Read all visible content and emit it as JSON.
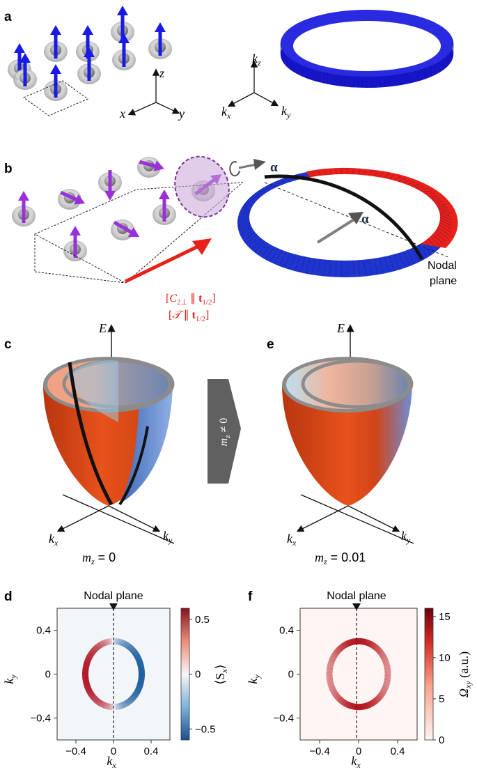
{
  "panels": {
    "a": "a",
    "b": "b",
    "c": "c",
    "d": "d",
    "e": "e",
    "f": "f"
  },
  "panel_a": {
    "real_axes": {
      "x": "x",
      "y": "y",
      "z": "z"
    },
    "k_axes": {
      "kx": "k",
      "kx_sub": "x",
      "ky": "k",
      "ky_sub": "y",
      "kz": "k",
      "kz_sub": "z"
    },
    "colors": {
      "arrow": "#1a1ae6",
      "ring": "#1a1ad8"
    }
  },
  "panel_b": {
    "alpha": "α",
    "nodal_plane_line1": "Nodal",
    "nodal_plane_line2": "plane",
    "symmetry_line1": {
      "open": "[",
      "op": "C",
      "op_sub": "2⊥",
      "sep": " ∥ ",
      "vec": "t",
      "vec_sub": "1/2",
      "close": "]"
    },
    "symmetry_line2": {
      "open": "[",
      "op": "𝒯",
      "sep": " ∥ ",
      "vec": "t",
      "vec_sub": "1/2",
      "close": "]"
    },
    "colors": {
      "arrow": "#9b30d9",
      "ring_red": "#e8201a",
      "ring_blue": "#1a2fd0",
      "translation": "#e8201a"
    }
  },
  "panel_c": {
    "energy_label": "E",
    "kx": "k",
    "kx_sub": "x",
    "ky": "k",
    "ky_sub": "y",
    "caption_var": "m",
    "caption_sub": "z",
    "caption_value": " = 0"
  },
  "transition_arrow": {
    "text": "m",
    "sub": "z",
    "rel": " ≠ 0"
  },
  "panel_e": {
    "energy_label": "E",
    "kx": "k",
    "kx_sub": "x",
    "ky": "k",
    "ky_sub": "y",
    "caption_var": "m",
    "caption_sub": "z",
    "caption_value": " = 0.01"
  },
  "panel_d": {
    "title": "Nodal plane",
    "xlabel": "k",
    "xlabel_sub": "x",
    "ylabel": "k",
    "ylabel_sub": "y",
    "xticks": [
      "−0.4",
      "0",
      "0.4"
    ],
    "yticks": [
      "0.4",
      "0",
      "−0.4"
    ],
    "colorbar_label": "⟨S",
    "colorbar_label_sub": "x",
    "colorbar_label_end": "⟩",
    "colorbar_ticks": [
      "0.5",
      "0",
      "−0.5"
    ]
  },
  "panel_f": {
    "title": "Nodal plane",
    "xlabel": "k",
    "xlabel_sub": "x",
    "ylabel": "k",
    "ylabel_sub": "y",
    "xticks": [
      "−0.4",
      "0",
      "0.4"
    ],
    "yticks": [
      "0.4",
      "0",
      "−0.4"
    ],
    "colorbar_label": "Ω",
    "colorbar_label_sub": "xy",
    "colorbar_label_end": " (a.u.)",
    "colorbar_ticks": [
      "15",
      "10",
      "5",
      "0"
    ]
  },
  "chart_data": [
    {
      "type": "heatmap",
      "panel": "d",
      "title": "Nodal plane",
      "xlabel": "kx",
      "ylabel": "ky",
      "xlim": [
        -0.6,
        0.6
      ],
      "ylim": [
        -0.6,
        0.6
      ],
      "colorbar": {
        "label": "⟨Sx⟩",
        "range": [
          -0.6,
          0.6
        ],
        "ticks": [
          0.5,
          0,
          -0.5
        ],
        "colormap": "blue-white-red"
      },
      "feature": "ring of radius ~0.3; positive (red) for kx < 0, negative (blue) for kx > 0, vanishing on kx = 0 nodal plane",
      "ring_radius": 0.3,
      "peak_value": 0.6
    },
    {
      "type": "heatmap",
      "panel": "f",
      "title": "Nodal plane",
      "xlabel": "kx",
      "ylabel": "ky",
      "xlim": [
        -0.6,
        0.6
      ],
      "ylim": [
        -0.6,
        0.6
      ],
      "colorbar": {
        "label": "Ωxy (a.u.)",
        "range": [
          0,
          16
        ],
        "ticks": [
          15,
          10,
          5,
          0
        ],
        "colormap": "white-red"
      },
      "feature": "ring of radius ~0.3, strongest where it crosses the kx = 0 nodal plane",
      "ring_radius": 0.3,
      "peak_value": 16
    }
  ]
}
